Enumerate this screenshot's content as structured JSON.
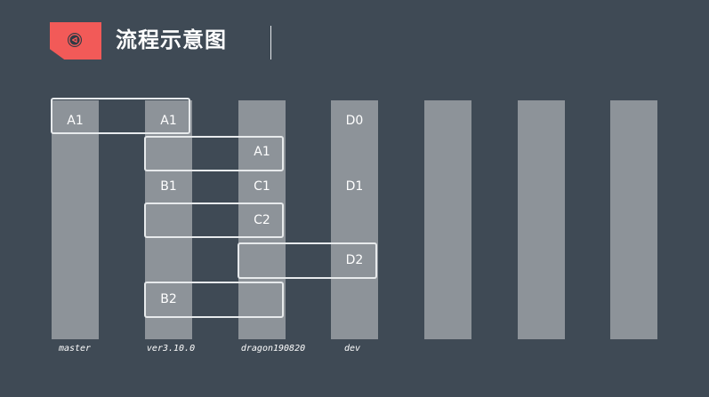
{
  "header": {
    "title": "流程示意图",
    "accent_color": "#f25a58",
    "icon": "triangle-left-circle-icon"
  },
  "branches": [
    {
      "name": "master",
      "cells": {
        "A1": "A1"
      }
    },
    {
      "name": "ver3.10.0",
      "cells": {
        "A1": "A1",
        "B1": "B1",
        "B2": "B2"
      }
    },
    {
      "name": "dragon190820",
      "cells": {
        "A1": "A1",
        "C1": "C1",
        "C2": "C2"
      }
    },
    {
      "name": "dev",
      "cells": {
        "D0": "D0",
        "D1": "D1",
        "D2": "D2"
      }
    }
  ]
}
